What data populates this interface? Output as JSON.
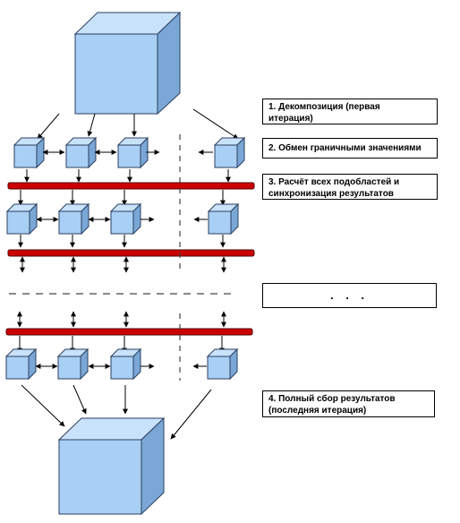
{
  "steps": [
    {
      "text": "1. Декомпозиция (первая\nитерация)"
    },
    {
      "text": "2. Обмен граничными значениями"
    },
    {
      "text": "3. Расчёт всех подобластей и\nсинхронизация результатов"
    },
    {
      "text": ". . ."
    },
    {
      "text": "4. Полный сбор результатов\n(последняя итерация)"
    }
  ],
  "colors": {
    "cube_front": "#a9cff5",
    "cube_top": "#c9e2fb",
    "cube_side": "#7aa7d6",
    "cube_edge": "#2a3f5f",
    "sync_bar": "#cc0000",
    "sync_bar_edge": "#550000"
  }
}
